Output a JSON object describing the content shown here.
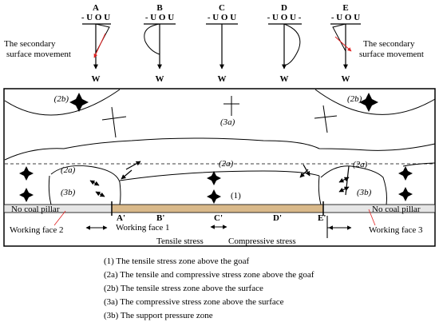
{
  "profiles": [
    {
      "letter": "A",
      "axis": "- U O U",
      "w": "W"
    },
    {
      "letter": "B",
      "axis": "- U O U",
      "w": "W"
    },
    {
      "letter": "C",
      "axis": "- U O U",
      "w": "W"
    },
    {
      "letter": "D",
      "axis": "- U O U -",
      "w": "W"
    },
    {
      "letter": "E",
      "axis": "- U O U",
      "w": "W"
    }
  ],
  "secondary_left": [
    "The secondary",
    "surface movement"
  ],
  "secondary_right": [
    "The secondary",
    "surface movement"
  ],
  "zones": {
    "z2b": "(2b)",
    "z3a": "(3a)",
    "z2a": "(2a)",
    "z3b": "(3b)",
    "z1": "(1)"
  },
  "points": {
    "a": "A'",
    "b": "B'",
    "c": "C'",
    "d": "D'",
    "e": "E'"
  },
  "labels": {
    "no_coal_pillar": "No coal pillar",
    "working_face_1": "Working face 1",
    "working_face_2": "Working face 2",
    "working_face_3": "Working face 3",
    "tensile_stress": "Tensile stress",
    "compressive_stress": "Compressive stress"
  },
  "legend": [
    "(1) The tensile stress zone above the goaf",
    "(2a) The tensile and compressive stress zone above the goaf",
    "(2b) The tensile stress zone above the surface",
    "(3a) The compressive stress zone above the surface",
    "(3b) The support pressure zone"
  ],
  "colors": {
    "coal_seam": "#d9b98a",
    "pillar": "#e6e6e6",
    "movement_arrow": "#e02020"
  }
}
